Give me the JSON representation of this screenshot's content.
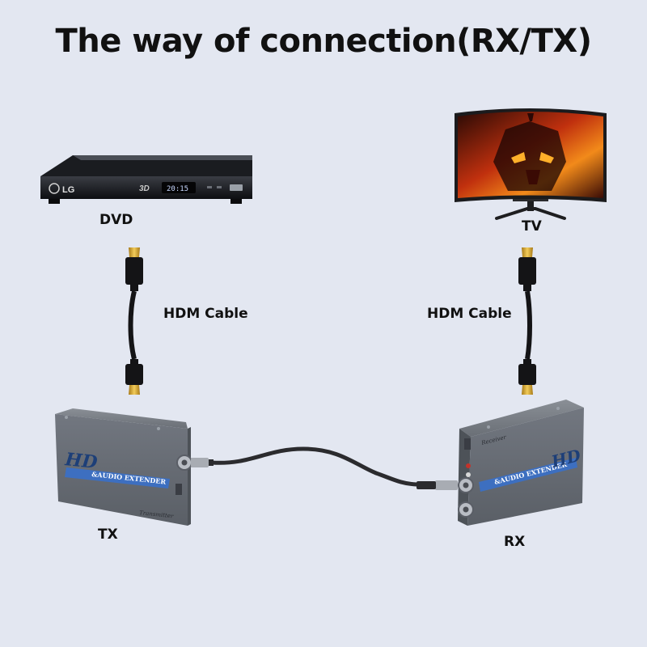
{
  "title": "The way of connection(RX/TX)",
  "labels": {
    "dvd": "DVD",
    "tv": "TV",
    "cable_left": "HDM Cable",
    "cable_right": "HDM Cable",
    "tx": "TX",
    "rx": "RX"
  },
  "device_text": {
    "dvd_brand": "LG",
    "dvd_3d": "3D",
    "dvd_display": "20:15",
    "tx_hd": "HD",
    "tx_extender": "&AUDIO EXTENDER",
    "tx_role": "Transmitter",
    "rx_hd": "HD",
    "rx_extender": "&AUDIO EXTENDER",
    "rx_role": "Receiver"
  },
  "colors": {
    "background": "#e3e7f1",
    "device_body": "#6f747b",
    "stripe": "#3d6fc0",
    "connector_gold": "#d8a630"
  }
}
